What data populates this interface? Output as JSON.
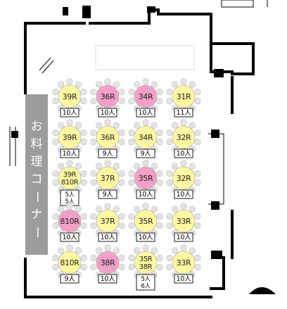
{
  "cooking_corner": {
    "label": "お料理コーナー"
  },
  "colors": {
    "table_yellow": "#fff8a0",
    "table_pink": "#f39fc6",
    "chair": "#e3e3e3",
    "corner_bg": "#9c9c9c",
    "wall": "#000000"
  },
  "rows": [
    {
      "tables": [
        {
          "labels": [
            "39R"
          ],
          "counts": [
            "10人"
          ],
          "color": "yellow"
        },
        {
          "labels": [
            "36R"
          ],
          "counts": [
            "10人"
          ],
          "color": "pink"
        },
        {
          "labels": [
            "34R"
          ],
          "counts": [
            "10人"
          ],
          "color": "pink"
        },
        {
          "labels": [
            "31R"
          ],
          "counts": [
            "11人"
          ],
          "color": "yellow"
        }
      ]
    },
    {
      "tables": [
        {
          "labels": [
            "39R"
          ],
          "counts": [
            "10人"
          ],
          "color": "yellow"
        },
        {
          "labels": [
            "36R"
          ],
          "counts": [
            "9人"
          ],
          "color": "yellow"
        },
        {
          "labels": [
            "34R"
          ],
          "counts": [
            "9人"
          ],
          "color": "yellow"
        },
        {
          "labels": [
            "32R"
          ],
          "counts": [
            "10人"
          ],
          "color": "yellow"
        }
      ]
    },
    {
      "tables": [
        {
          "labels": [
            "39R",
            "810R"
          ],
          "counts": [
            "5人",
            "5人"
          ],
          "color": "yellow"
        },
        {
          "labels": [
            "37R"
          ],
          "counts": [
            "9人"
          ],
          "color": "yellow"
        },
        {
          "labels": [
            "35R"
          ],
          "counts": [
            "10人"
          ],
          "color": "pink"
        },
        {
          "labels": [
            "32R"
          ],
          "counts": [
            "10人"
          ],
          "color": "yellow"
        }
      ]
    },
    {
      "tables": [
        {
          "labels": [
            "810R"
          ],
          "counts": [
            "10人"
          ],
          "color": "pink"
        },
        {
          "labels": [
            "37R"
          ],
          "counts": [
            "10人"
          ],
          "color": "yellow"
        },
        {
          "labels": [
            "35R"
          ],
          "counts": [
            "10人"
          ],
          "color": "yellow"
        },
        {
          "labels": [
            "33R"
          ],
          "counts": [
            "10人"
          ],
          "color": "yellow"
        }
      ]
    },
    {
      "tables": [
        {
          "labels": [
            "810R"
          ],
          "counts": [
            "9人"
          ],
          "color": "yellow"
        },
        {
          "labels": [
            "38R"
          ],
          "counts": [
            "10人"
          ],
          "color": "pink"
        },
        {
          "labels": [
            "35R",
            "38R"
          ],
          "counts": [
            "5人",
            "6人"
          ],
          "color": "yellow"
        },
        {
          "labels": [
            "33R"
          ],
          "counts": [
            "10人"
          ],
          "color": "yellow"
        }
      ]
    }
  ]
}
